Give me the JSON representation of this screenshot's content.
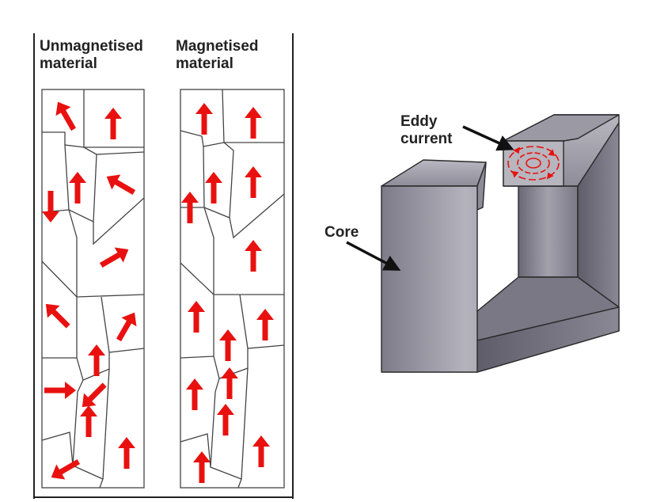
{
  "left_figure": {
    "unmagnetised_title_line1": "Unmagnetised",
    "unmagnetised_title_line2": "material",
    "magnetised_title_line1": "Magnetised",
    "magnetised_title_line2": "material"
  },
  "right_figure": {
    "eddy_label_line1": "Eddy",
    "eddy_label_line2": "current",
    "core_label": "Core"
  },
  "colors": {
    "arrow": "#e8110f",
    "domain_border": "#444444",
    "core_front": "#8c8a96",
    "core_side": "#6e6c78",
    "core_top": "#a9a7b2",
    "frame": "#222222"
  },
  "icons": {
    "domain_arrow": "red-arrow-icon",
    "pointer": "black-pointer-arrow-icon",
    "eddy": "circular-eddy-current-icon"
  },
  "domain_arrows": {
    "unmagnetised_directions_deg": [
      -30,
      0,
      0,
      -60,
      180,
      60,
      -45,
      30,
      0,
      90,
      0,
      0,
      -120,
      -135
    ],
    "magnetised_directions_deg": [
      0,
      0,
      0,
      0,
      0,
      0,
      0,
      0,
      0,
      0,
      0,
      0,
      0,
      0
    ]
  }
}
